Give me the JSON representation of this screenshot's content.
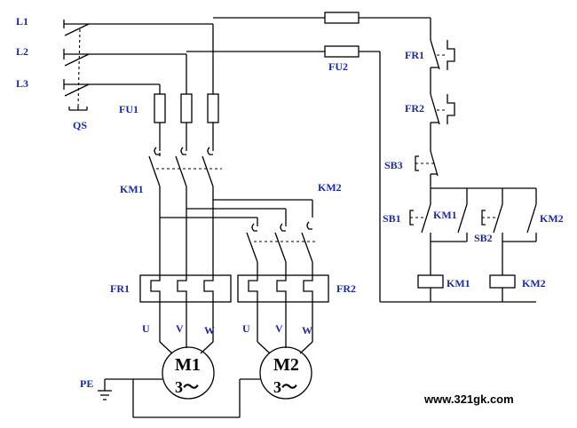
{
  "labels": {
    "L1": "L1",
    "L2": "L2",
    "L3": "L3",
    "QS": "QS",
    "FU1": "FU1",
    "FU2": "FU2",
    "KM1_main": "KM1",
    "KM2_main": "KM2",
    "FR1_main": "FR1",
    "FR2_main": "FR2",
    "U1": "U",
    "V1": "V",
    "W1": "W",
    "U2": "U",
    "V2": "V",
    "W2": "W",
    "M1_name": "M1",
    "M1_phase": "3～",
    "M2_name": "M2",
    "M2_phase": "3～",
    "PE": "PE",
    "FR1_ctrl": "FR1",
    "FR2_ctrl": "FR2",
    "SB3": "SB3",
    "SB1": "SB1",
    "KM1_aux": "KM1",
    "SB2": "SB2",
    "KM2_aux": "KM2",
    "KM1_coil": "KM1",
    "KM2_coil": "KM2"
  },
  "watermark": "www.321gk.com"
}
